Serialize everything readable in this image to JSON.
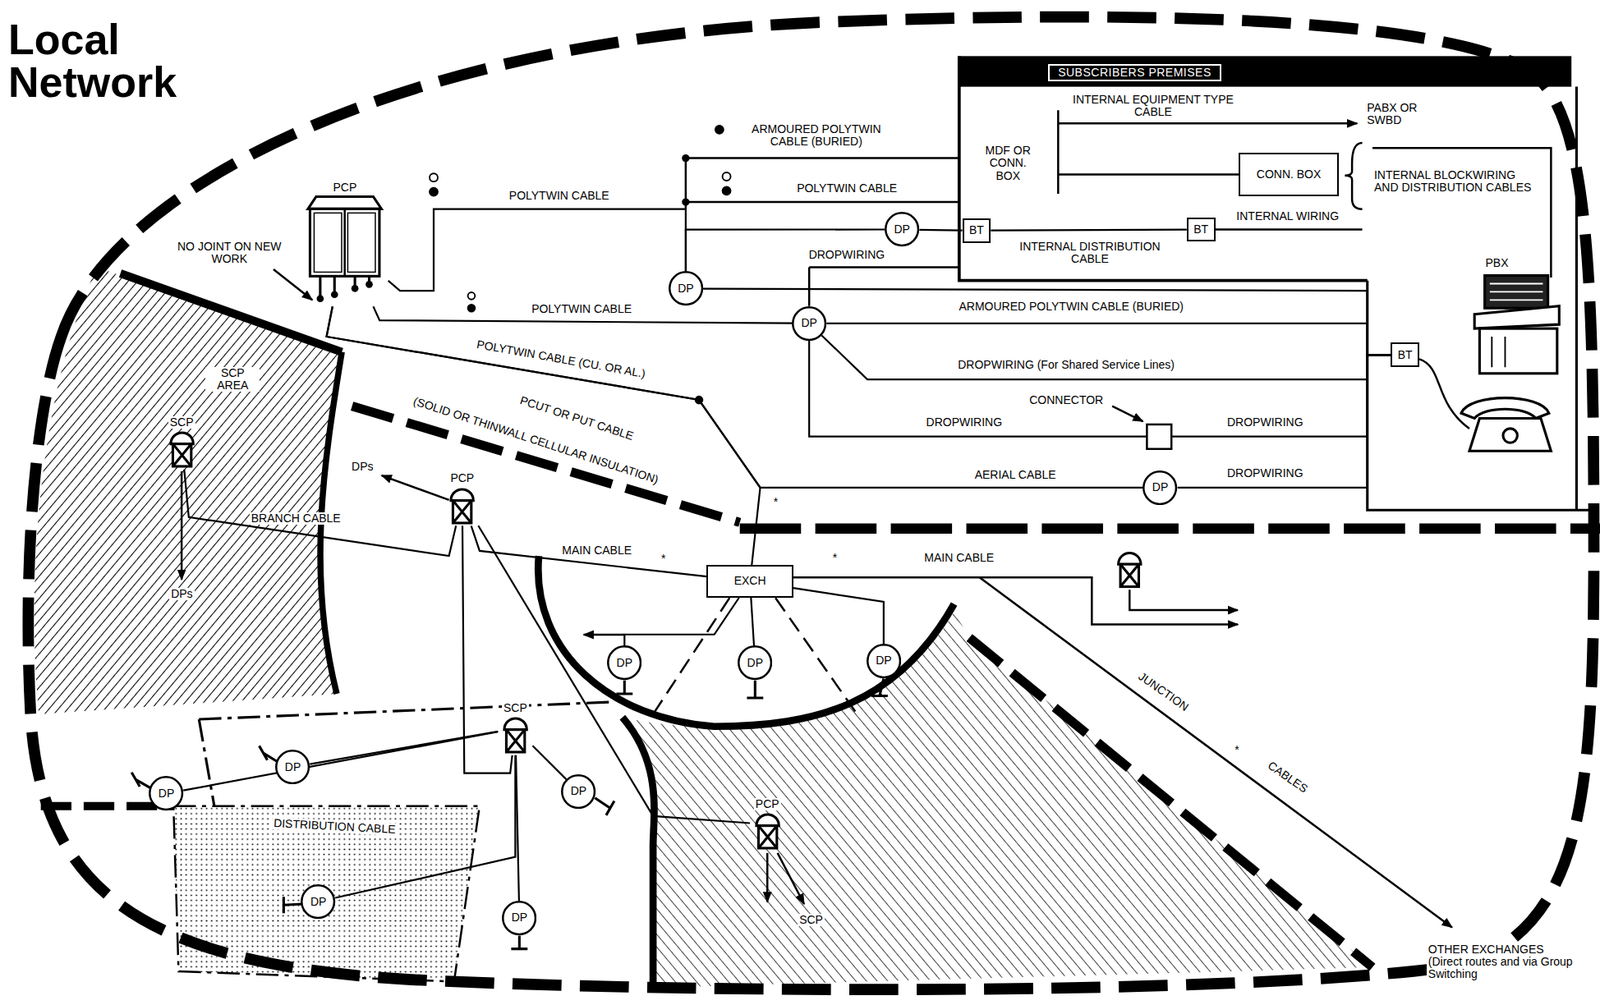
{
  "diagram": {
    "title": "Local Network",
    "nodes": [
      {
        "text": [
          "SUBSCRIBERS PREMISES"
        ]
      },
      {
        "text": [
          "CONN. BOX"
        ]
      },
      {
        "text": [
          "PCP"
        ]
      },
      {
        "text": [
          "DP"
        ]
      },
      {
        "text": [
          "BT"
        ]
      },
      {
        "text": [
          "BT"
        ]
      },
      {
        "text": [
          "DP"
        ]
      },
      {
        "text": [
          "DP"
        ]
      },
      {
        "text": [
          "BT"
        ]
      },
      {
        "text": [
          "SCP"
        ]
      },
      {
        "text": [
          "DP"
        ]
      },
      {
        "text": [
          "PCP"
        ]
      },
      {
        "text": [
          "EXCH"
        ]
      },
      {
        "text": [
          "DP"
        ]
      },
      {
        "text": [
          "DP"
        ]
      },
      {
        "text": [
          "DP"
        ]
      },
      {
        "text": [
          "SCP"
        ]
      },
      {
        "text": [
          "DP"
        ]
      },
      {
        "text": [
          "DP"
        ]
      },
      {
        "text": [
          "DP"
        ]
      },
      {
        "text": [
          "PCP"
        ]
      },
      {
        "text": [
          "DP"
        ]
      },
      {
        "text": [
          "DP"
        ]
      }
    ],
    "edges": [
      {
        "from": 2,
        "to": 3,
        "arrow": "none",
        "label": "POLYTWIN CABLE"
      },
      {
        "from": 3,
        "to": 4,
        "arrow": "none"
      },
      {
        "from": 4,
        "to": 5,
        "arrow": "none",
        "label": "INTERNAL DISTRIBUTION CABLE"
      },
      {
        "from": 2,
        "to": 7,
        "arrow": "none",
        "label": "POLYTWIN CABLE"
      },
      {
        "from": 6,
        "to": 8,
        "arrow": "none"
      },
      {
        "from": 7,
        "to": 8,
        "arrow": "none",
        "label": "ARMOURED POLYTWIN CABLE (BURIED)"
      },
      {
        "from": 7,
        "to": 8,
        "arrow": "none",
        "label": "DROPWIRING (For Shared Service Lines)"
      },
      {
        "from": 7,
        "to": 8,
        "arrow": "none",
        "label": "DROPWIRING"
      },
      {
        "from": 10,
        "to": 8,
        "arrow": "none",
        "label": "DROPWIRING"
      },
      {
        "from": 2,
        "to": 10,
        "arrow": "none",
        "label": "AERIAL CABLE"
      },
      {
        "from": 12,
        "to": 2,
        "arrow": "none"
      },
      {
        "from": 12,
        "to": 11,
        "arrow": "none",
        "label": "MAIN CABLE"
      },
      {
        "from": 11,
        "to": 9,
        "arrow": "none",
        "label": "BRANCH CABLE"
      },
      {
        "from": 11,
        "to": 20,
        "arrow": "none"
      },
      {
        "from": 11,
        "to": 16,
        "arrow": "none"
      },
      {
        "from": 16,
        "to": 17,
        "arrow": "none"
      },
      {
        "from": 16,
        "to": 18,
        "arrow": "none"
      },
      {
        "from": 16,
        "to": 19,
        "arrow": "none"
      },
      {
        "from": 16,
        "to": 21,
        "arrow": "none"
      },
      {
        "from": 16,
        "to": 22,
        "arrow": "none"
      },
      {
        "from": 12,
        "to": 13,
        "arrow": "none"
      },
      {
        "from": 12,
        "to": 14,
        "arrow": "none"
      },
      {
        "from": 12,
        "to": 15,
        "arrow": "none"
      }
    ],
    "labels": [
      "ARMOURED POLYTWIN CABLE (BURIED)",
      "POLYTWIN CABLE",
      "DROPWIRING",
      "MDF OR CONN. BOX",
      "INTERNAL EQUIPMENT TYPE CABLE",
      "PABX OR SWBD",
      "INTERNAL BLOCKWIRING AND DISTRIBUTION CABLES",
      "INTERNAL WIRING",
      "PBX",
      "NO JOINT ON NEW WORK",
      "SCP AREA",
      "POLYTWIN CABLE (CU. OR AL.)",
      "PCUT OR PUT CABLE",
      "(SOLID OR THINWALL CELLULAR INSULATION)",
      "*",
      "DPs",
      "DPs",
      "*",
      "*",
      "MAIN CABLE",
      "CONNECTOR",
      "DROPWIRING",
      "JUNCTION",
      "*",
      "CABLES",
      "DISTRIBUTION CABLE",
      "SCP",
      "OTHER EXCHANGES (Direct routes and via Group Switching"
    ]
  }
}
